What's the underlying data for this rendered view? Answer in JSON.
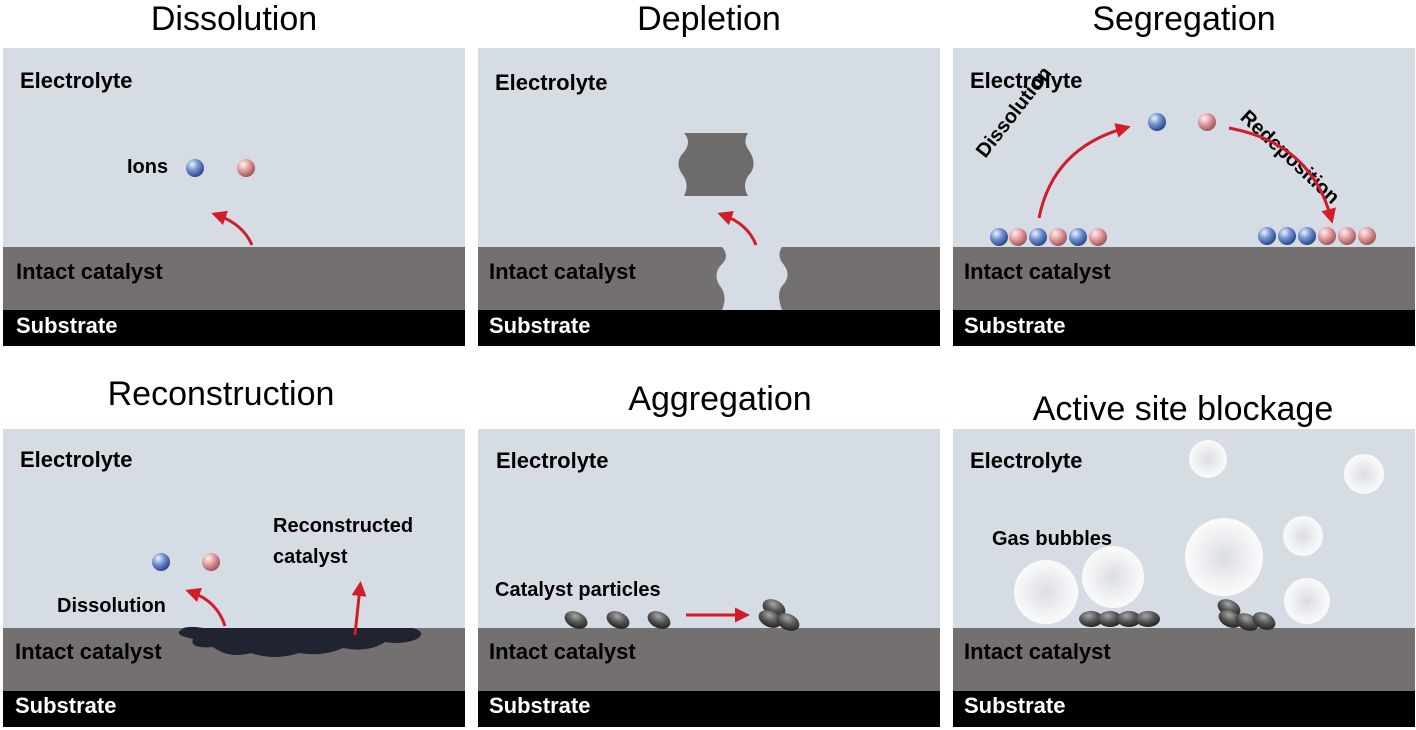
{
  "titles": {
    "dissolution": "Dissolution",
    "depletion": "Depletion",
    "segregation": "Segregation",
    "reconstruction": "Reconstruction",
    "aggregation": "Aggregation",
    "blockage": "Active site blockage"
  },
  "labels": {
    "electrolyte": "Electrolyte",
    "intact_catalyst": "Intact catalyst",
    "substrate": "Substrate",
    "ions": "Ions",
    "dissolution": "Dissolution",
    "redeposition": "Redeposition",
    "reconstructed_line1": "Reconstructed",
    "reconstructed_line2": "catalyst",
    "catalyst_particles": "Catalyst particles",
    "gas_bubbles": "Gas bubbles"
  },
  "colors": {
    "electrolyte": "#d6dce4",
    "catalyst": "#757070",
    "substrate": "#000000",
    "ion_blue": "#6f8fd0",
    "ion_pink": "#e9a3a6",
    "arrow": "#d01c2b",
    "reconstructed": "#1f2430",
    "particle": "#595959"
  }
}
